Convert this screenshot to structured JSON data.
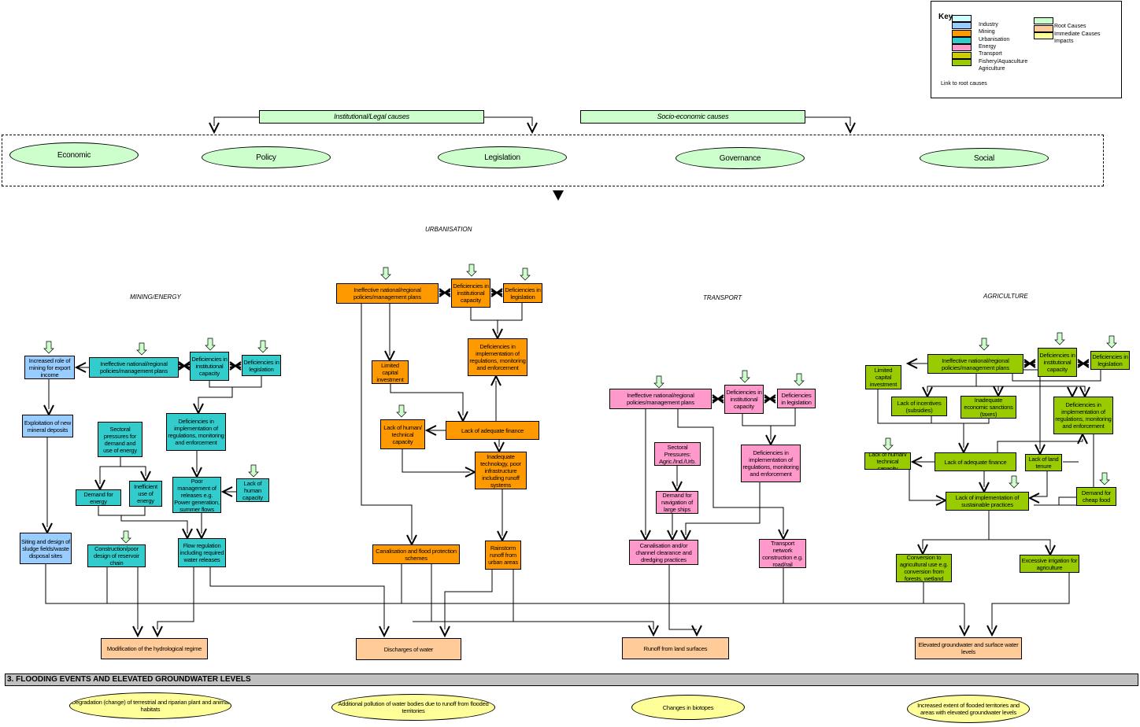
{
  "key": {
    "title": "Key",
    "sectors": [
      {
        "label": "Industry",
        "color": "#CCFFFF"
      },
      {
        "label": "Mining",
        "color": "#99CCFF"
      },
      {
        "label": "Urbanisation",
        "color": "#FF9900"
      },
      {
        "label": "Energy",
        "color": "#33CCCC"
      },
      {
        "label": "Transport",
        "color": "#FF99CC"
      },
      {
        "label": "Fishery/Aquaculture",
        "color": "#CCCC00"
      },
      {
        "label": "Agriculture",
        "color": "#99CC00"
      }
    ],
    "levels": [
      {
        "label": "Root Causes",
        "color": "#CCFFCC"
      },
      {
        "label": "Immediate Causes",
        "color": "#FFCC99"
      },
      {
        "label": "Impacts",
        "color": "#FFFF99"
      }
    ],
    "link_label": "Link to root causes"
  },
  "root": {
    "institutional": "Institutional/Legal causes",
    "socio": "Socio-economic causes",
    "ellipses": [
      "Economic",
      "Policy",
      "Legislation",
      "Governance",
      "Social"
    ]
  },
  "sections": {
    "urbanisation": "URBANISATION",
    "mining": "MINING/ENERGY",
    "transport": "TRANSPORT",
    "agriculture": "AGRICULTURE"
  },
  "nodes": {
    "m_role": "Increased role of mining for export income",
    "m_pol": "Ineffective national/regional policies/management plans",
    "m_inst": "Deficiencies in institutional capacity",
    "m_leg": "Deficiencies in legislation",
    "m_expl": "Exploitation of new mineral deposits",
    "m_sect": "Sectoral pressures for demand and use of energy",
    "m_impl": "Deficiencies in implementation of regulations, monitoring and enforcement",
    "m_dem": "Demand for energy",
    "m_ineff": "Inefficient use of energy",
    "m_poor": "Poor management of releases e.g. Power generation, summer flows",
    "m_hum": "Lack of human capacity",
    "m_sit": "Siting and design of sludge fields/waste disposal sites",
    "m_cons": "Construction/poor design of reservoir chain",
    "m_flow": "Flow regulation including required water releases",
    "u_pol": "Ineffective national/regional policies/management plans",
    "u_inst": "Deficiencies in institutional capacity",
    "u_leg": "Deficiencies in legislation",
    "u_cap": "Limited capital investment",
    "u_impl": "Deficiencies in implementation of regulations, monitoring and enforcement",
    "u_hum": "Lack of human/ technical capacity",
    "u_fin": "Lack of adequate finance",
    "u_tech": "Inadequate technology, poor infrastructure including runoff systems",
    "u_canal": "Canalisation and flood protection schemes",
    "u_rain": "Rainstorm runoff from urban areas",
    "t_pol": "Ineffective national/regional policies/management plans",
    "t_inst": "Deficiencies in institutional capacity",
    "t_leg": "Deficiencies in legislation",
    "t_sect": "Sectoral Pressures: Agric./Ind./Urb.",
    "t_impl": "Deficiencies in implementation of regulations, monitoring and enforcement",
    "t_nav": "Demand for navigation of large ships",
    "t_canal": "Canalisation and/or channel clearance and dredging practices",
    "t_net": "Transport network construction e.g. road/rail",
    "a_pol": "Ineffective national/regional policies/management plans",
    "a_inst": "Deficiencies in institutional capacity",
    "a_leg": "Deficiencies in legislation",
    "a_cap": "Limited capital investment",
    "a_inc": "Lack of incentives (subsidies)",
    "a_tax": "Inadequate economic sanctions (taxes)",
    "a_impl": "Deficiencies in implementation of regulations, monitoring and enforcement",
    "a_hum": "Lack of human/ technical capacity",
    "a_fin": "Lack of adequate finance",
    "a_land": "Lack of land tenure",
    "a_food": "Demand for cheap food",
    "a_sust": "Lack of implementation of sustainable practices",
    "a_conv": "Conversion to agricultural use e.g. conversion from forests, wetland",
    "a_irr": "Excessive irrigation for agriculture",
    "i_hydro": "Modification of the hydrological regime",
    "i_disch": "Discharges of water",
    "i_runoff": "Runoff from land surfaces",
    "i_elev": "Elevated groundwater and surface water levels"
  },
  "section3": "3. FLOODING EVENTS AND ELEVATED GROUNDWATER LEVELS",
  "impacts": [
    "Degradation (change) of terrestrial and riparian plant and animal habitats",
    "Additional pollution of water bodies due to runoff from flooded territories",
    "Changes in biotopes",
    "Increased extent of flooded territories and areas with elevated groundwater levels"
  ]
}
